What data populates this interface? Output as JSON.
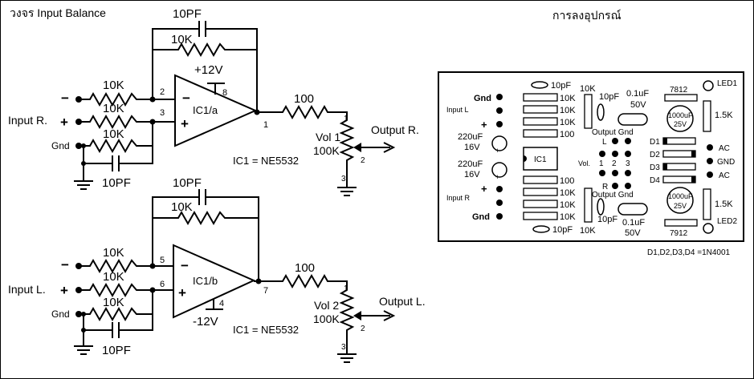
{
  "title": "วงจร Input Balance",
  "layout_title": "การลงอุปกรณ์",
  "note": "D1,D2,D3,D4 =1N4001",
  "circuits": [
    {
      "cap_top": "10PF",
      "res_fb": "10K",
      "res_minus": "10K",
      "res_plus": "10K",
      "res_gnd": "10K",
      "cap_gnd": "10PF",
      "input_label": "Input R.",
      "gnd_label": "Gnd",
      "ic_label": "IC1/a",
      "supply": "+12V",
      "supply_pin": "8",
      "pin_minus": "2",
      "pin_plus": "3",
      "pin_out": "1",
      "res_out": "100",
      "vol_label": "Vol 1",
      "vol_value": "100K",
      "vol_pin1": "1",
      "vol_pin2": "2",
      "vol_pin3": "3",
      "output_label": "Output R.",
      "ic_note": "IC1 = NE5532"
    },
    {
      "cap_top": "10PF",
      "res_fb": "10K",
      "res_minus": "10K",
      "res_plus": "10K",
      "res_gnd": "10K",
      "cap_gnd": "10PF",
      "input_label": "Input L.",
      "gnd_label": "Gnd",
      "ic_label": "IC1/b",
      "supply": "-12V",
      "supply_pin": "4",
      "pin_minus": "5",
      "pin_plus": "6",
      "pin_out": "7",
      "res_out": "100",
      "vol_label": "Vol 2",
      "vol_value": "100K",
      "vol_pin1": "1",
      "vol_pin2": "2",
      "vol_pin3": "3",
      "output_label": "Output L.",
      "ic_note": "IC1 = NE5532"
    }
  ],
  "minus_sign": "−",
  "plus_sign": "+",
  "board": {
    "left_labels": {
      "gnd_top": "Gnd",
      "input_l": "Input L",
      "plus": "+",
      "cap1_top": "220uF",
      "cap1_bottom": "16V",
      "cap2_top": "220uF",
      "cap2_bottom": "16V",
      "plus2": "+",
      "input_r": "Input R",
      "gnd_bottom": "Gnd"
    },
    "cap_top": "10pF",
    "cap_bottom": "10pF",
    "res_top": [
      "10K",
      "10K",
      "10K",
      "100"
    ],
    "res_bottom": [
      "100",
      "10K",
      "10K",
      "10K"
    ],
    "ic": "IC1",
    "col2_top": "10K",
    "col2_cap_top": "10pF",
    "col2_bottom": "10K",
    "col2_cap_bottom": "10pF",
    "out_top": "Output Gnd",
    "out_bottom": "Output Gnd",
    "l_label": "L",
    "r_label": "R",
    "vol_label": "Vol.",
    "vol_pins": [
      "1",
      "2",
      "3"
    ],
    "film_top": [
      "0.1uF",
      "50V"
    ],
    "film_bottom": [
      "0.1uF",
      "50V"
    ],
    "reg_top": "7812",
    "reg_bottom": "7912",
    "bigcap_top": [
      "1000uF",
      "25V"
    ],
    "bigcap_bottom": [
      "1000uF",
      "25V"
    ],
    "diodes": [
      "D1",
      "D2",
      "D3",
      "D4"
    ],
    "led_top": "LED1",
    "led_bottom": "LED2",
    "res_led_top": "1.5K",
    "res_led_bottom": "1.5K",
    "ac_top": "AC",
    "gnd_mid": "GND",
    "ac_bottom": "AC"
  }
}
